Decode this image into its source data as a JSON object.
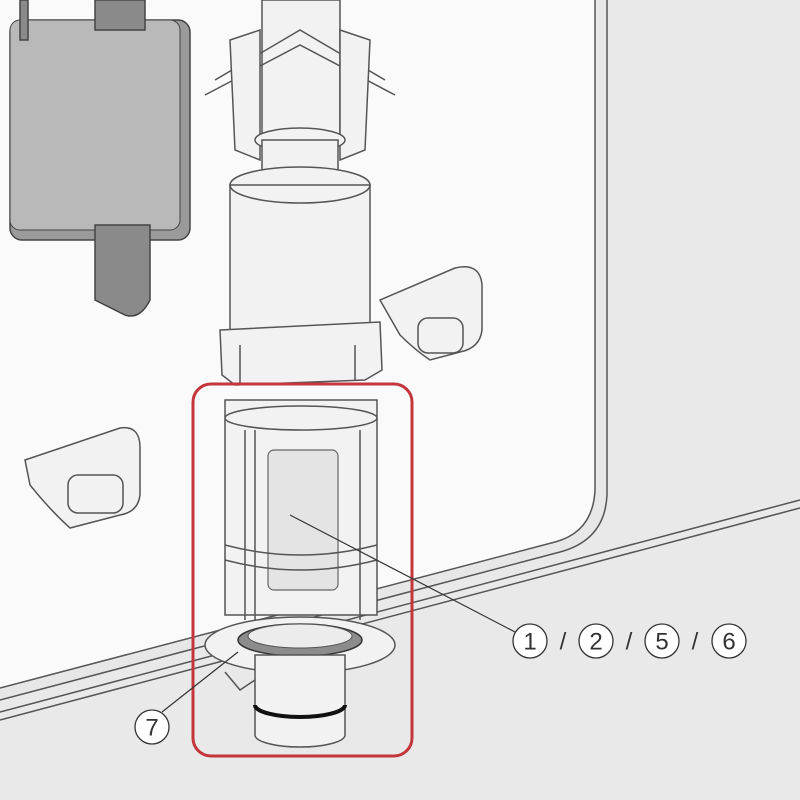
{
  "diagram": {
    "callout_group": [
      "1",
      "2",
      "5",
      "6"
    ],
    "callout_single": "7",
    "separator": "/",
    "highlight_color": "#c3363c"
  }
}
